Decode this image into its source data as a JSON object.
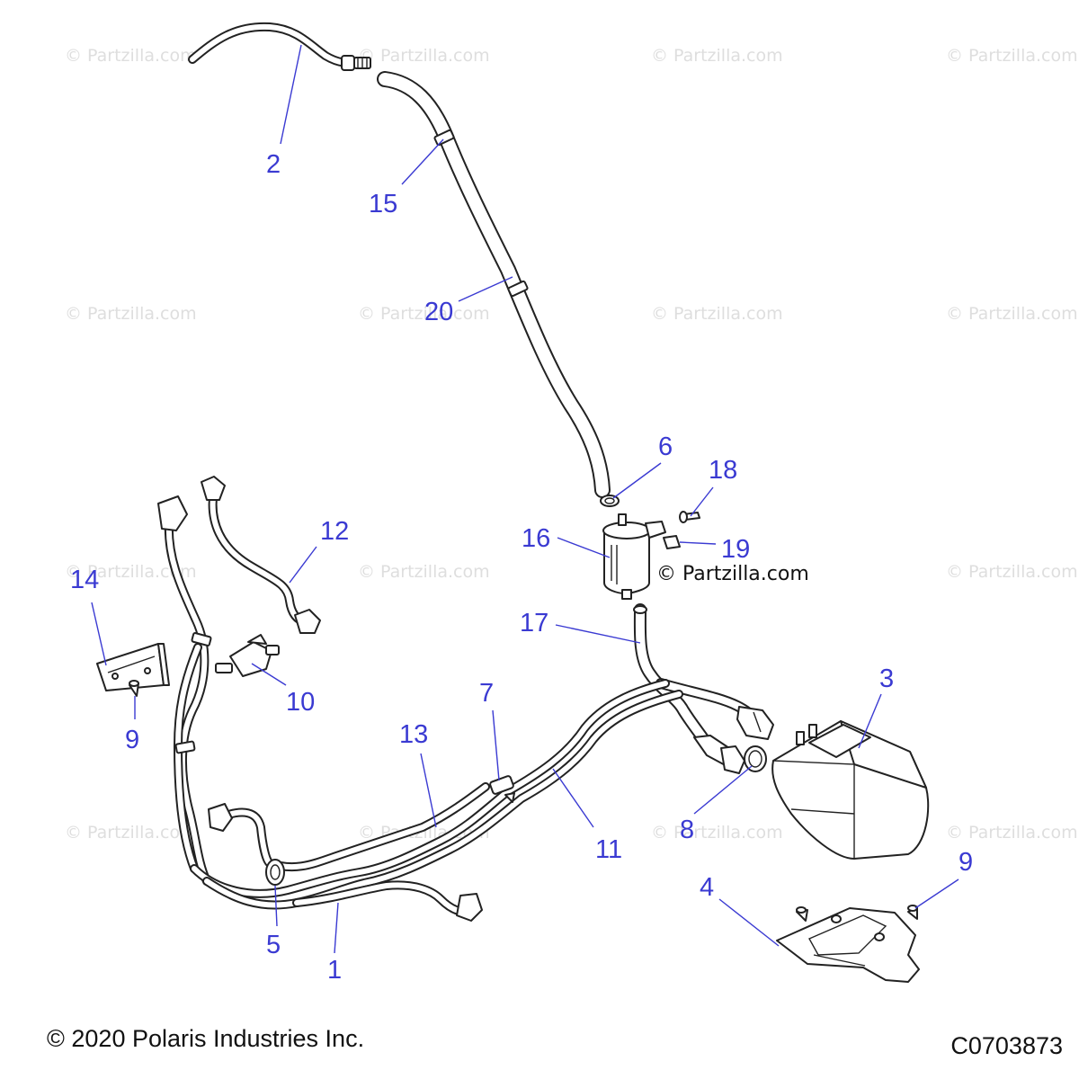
{
  "watermark": "© Partzilla.com",
  "inline_watermark": "© Partzilla.com",
  "callouts": [
    {
      "id": "2",
      "label": "2"
    },
    {
      "id": "15",
      "label": "15"
    },
    {
      "id": "20",
      "label": "20"
    },
    {
      "id": "6",
      "label": "6"
    },
    {
      "id": "18",
      "label": "18"
    },
    {
      "id": "16",
      "label": "16"
    },
    {
      "id": "19",
      "label": "19"
    },
    {
      "id": "12",
      "label": "12"
    },
    {
      "id": "14",
      "label": "14"
    },
    {
      "id": "17",
      "label": "17"
    },
    {
      "id": "10",
      "label": "10"
    },
    {
      "id": "3",
      "label": "3"
    },
    {
      "id": "9a",
      "label": "9"
    },
    {
      "id": "7",
      "label": "7"
    },
    {
      "id": "13",
      "label": "13"
    },
    {
      "id": "8",
      "label": "8"
    },
    {
      "id": "11",
      "label": "11"
    },
    {
      "id": "9b",
      "label": "9"
    },
    {
      "id": "4",
      "label": "4"
    },
    {
      "id": "5",
      "label": "5"
    },
    {
      "id": "1",
      "label": "1"
    }
  ],
  "footer": {
    "copyright": "© 2020 Polaris Industries Inc.",
    "diagram_code": "C0703873"
  },
  "colors": {
    "callout": "#3a3ad2",
    "watermark": "#dedede",
    "line": "#222222"
  }
}
